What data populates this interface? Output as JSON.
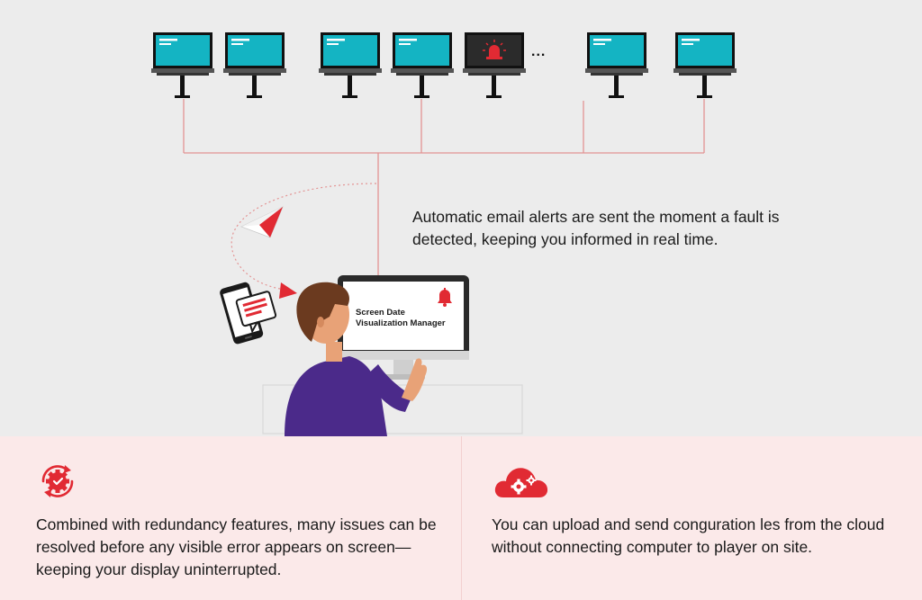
{
  "alert_text": "Automatic email alerts are sent the moment a fault is detected, keeping you informed in real time.",
  "monitor_screen": {
    "line1": "Screen Date",
    "line2": "Visualization Manager"
  },
  "ellipsis": "...",
  "cards": [
    {
      "icon": "redundancy-gear-check-icon",
      "text": "Combined with redundancy features, many issues can be resolved before any visible error appears on screen—keeping your display uninterrupted."
    },
    {
      "icon": "cloud-gear-icon",
      "text": "You can upload and send conguration les from the cloud without connecting computer to player on site."
    }
  ],
  "colors": {
    "accent": "#e12a33",
    "screen_teal": "#14b4c3",
    "line": "#e08a8a",
    "background": "#ececec",
    "panel": "#fbe9e9",
    "shirt": "#4b2a8a",
    "hair": "#6b3a1f"
  }
}
